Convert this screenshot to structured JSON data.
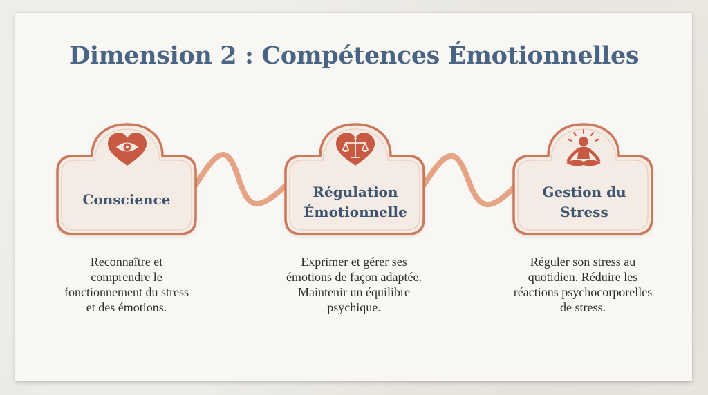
{
  "slide": {
    "title": "Dimension 2 : Compétences Émotionnelles"
  },
  "colors": {
    "title": "#4a6584",
    "card_border": "#c97a5c",
    "card_fill": "#f3ebe4",
    "connector": "#e6a486",
    "icon_heart": "#c85a44"
  },
  "steps": [
    {
      "icon": "eye-heart-icon",
      "label": "Conscience",
      "description": "Reconnaître et comprendre le fonctionnement du stress et des émotions."
    },
    {
      "icon": "scales-heart-icon",
      "label": "Régulation Émotionnelle",
      "description": "Exprimer et gérer ses émotions de façon adaptée. Maintenir un équilibre psychique."
    },
    {
      "icon": "meditation-icon",
      "label": "Gestion du Stress",
      "description": "Réguler son stress au quotidien. Réduire les réactions psychocorporelles de stress."
    }
  ]
}
